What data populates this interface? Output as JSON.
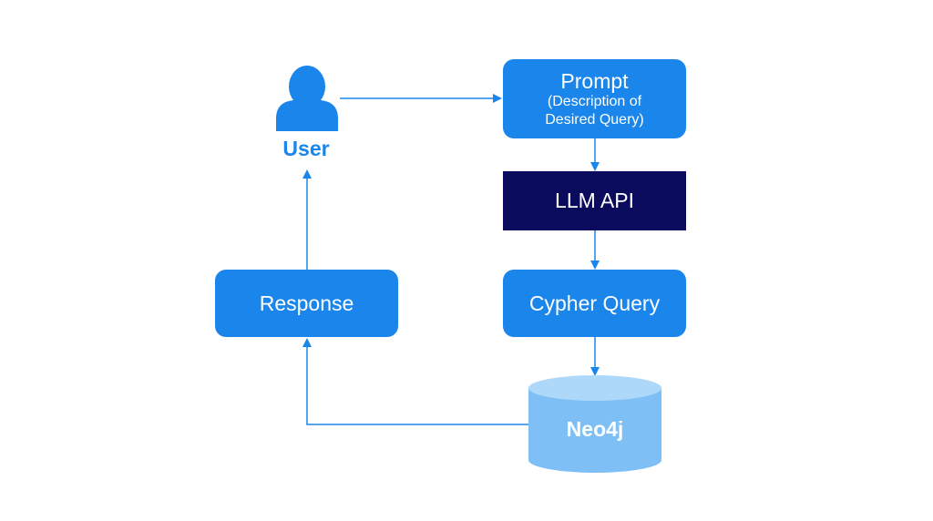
{
  "user": {
    "label": "User"
  },
  "prompt": {
    "title": "Prompt",
    "subtitle_line1": "(Description of",
    "subtitle_line2": "Desired Query)"
  },
  "llm_api": {
    "label": "LLM API"
  },
  "cypher_query": {
    "label": "Cypher Query"
  },
  "response": {
    "label": "Response"
  },
  "database": {
    "label": "Neo4j"
  },
  "colors": {
    "primary_blue": "#1a85eb",
    "llm_navy": "#0b0b5e",
    "cylinder_body": "#7ec0f6",
    "cylinder_top": "#aed8fa",
    "arrow": "#1a85eb"
  },
  "edges": [
    {
      "from": "User",
      "to": "Prompt"
    },
    {
      "from": "Prompt",
      "to": "LLM API"
    },
    {
      "from": "LLM API",
      "to": "Cypher Query"
    },
    {
      "from": "Cypher Query",
      "to": "Neo4j"
    },
    {
      "from": "Neo4j",
      "to": "Response"
    },
    {
      "from": "Response",
      "to": "User"
    }
  ]
}
